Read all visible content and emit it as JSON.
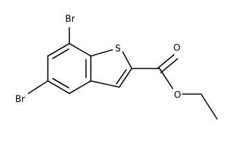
{
  "molecule": {
    "atoms": {
      "br_top": "Br",
      "br_bottom": "Br",
      "sulfur": "S",
      "carbonyl_oxygen": "O",
      "ester_oxygen": "O"
    }
  }
}
